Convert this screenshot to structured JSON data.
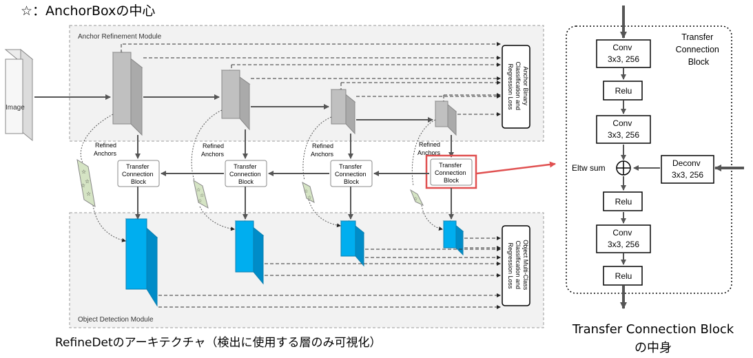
{
  "header_note": "☆：AnchorBoxの中心",
  "arm": {
    "title": "Anchor Refinement Module",
    "loss_lines": [
      "Anchor Binary",
      "Classification and",
      "Regression Loss"
    ]
  },
  "odm": {
    "title": "Object Detection Module",
    "loss_lines": [
      "Object Multi-Class",
      "Classification and",
      "Regression Loss"
    ]
  },
  "image_label": "Image",
  "refined_anchors_lines": [
    "Refined",
    "Anchors"
  ],
  "tcb_lines": [
    "Transfer",
    "Connection",
    "Block"
  ],
  "detail": {
    "title_lines": [
      "Transfer",
      "Connection",
      "Block"
    ],
    "conv_lines": [
      "Conv",
      "3x3, 256"
    ],
    "relu": "Relu",
    "eltw": "Eltw sum",
    "deconv_lines": [
      "Deconv",
      "3x3, 256"
    ]
  },
  "captions": {
    "left": "RefineDetのアーキテクチャ（検出に使用する層のみ可視化）",
    "right_line1": "Transfer Connection Block",
    "right_line2": "の中身"
  },
  "colors": {
    "arm_block": "#bdbdbd",
    "odm_block": "#00aeef",
    "highlight": "#e05050",
    "anchor_patch": "#d5e4c4"
  }
}
